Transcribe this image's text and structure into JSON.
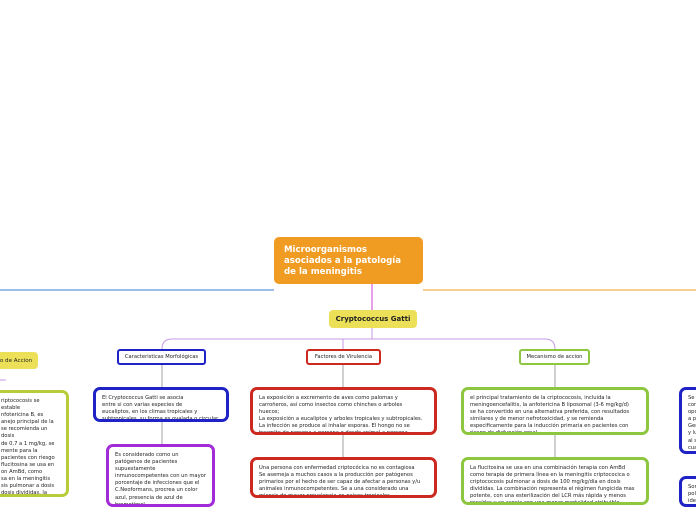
{
  "root": {
    "title": "Microorganismos\nasociados a la patología\nde la meningitis"
  },
  "branch": {
    "label": "Cryptococcus Gatti"
  },
  "left_tag": {
    "label": "o de Accion"
  },
  "categories": {
    "morfologicas": "Caracteristicas Morfológicas",
    "virulencia": "Factores de Virulencia",
    "mecanismo": "Mecanismo de accion"
  },
  "boxes": {
    "left_partial": "riptococosis  se estable\nnfotericina B, es\nanejo principal de la\nse recomienda un dosis\nde 0,7 a 1 mg/kg, se\nmente para la\npacientes con riesgo\n flucitosina se usa en\non AmBd, como\nsa en la meningitis\nsis pulmonar a dosis\ndosis divididas, la\niento esta\ns desenlaces , con\ndad ,",
    "morf_1": "El Cryptococcus Gatti se asocia\nentre si con varias especies de\neucaliptos, en los climas tropicales y\nsubtropicales, su forma es ovalada o circular",
    "morf_2": "Es considerado como un\npatógenos de pacientes\nsupuestamente\ninmunocompetentes con un mayor\nporcentaje de infecciones que el\nC.Neoformans, procrea un color\nazul, presencia de azul de\nbromotimol.",
    "vir_1": "La exposición a excremento de aves como palomas y\ncarroñeros, así como insectos como chinches o arboles\nhuecos;\nLa exposición a eucaliptos y arboles tropicales y subtropicales.\nLa infección se produce al inhalar esporas. El hongo no se\ntrasmite de persona a persona o desde animal a persona.",
    "vir_2": " Una persona con enfermedad criptocócica no es contagiosa\nSe asemeja a muchos casos a la producción por patógenos\nprimarios por el hecho de ser capaz de afectar a personas y/u\nanimales inmunocompetentes. Se a una considerado una\nmicosis de mayor prevalencia en países tropicales",
    "mec_1": "el principal tratamiento de la criptococosis, incluida la\nmeningoencefalitis, la anfotericina B liposomal (3-6 mg/kg/d)\nse ha convertido en una alternativa preferida, con resultados\nsimilares y de menor nefrotoxicidad, y se remienda\nespecificamente para la inducción primaria en pacientes con\nriesgo de disfunción renal.",
    "mec_2": "La flucitosina se usa en una combinación terapia con AmBd\ncomo terapia de primera línea en la meningitis criptococica o\ncriptococosis pulmonar a dosis de 100 mg/kg/día en dosis\ndivididas. La combinación representa el régimen fungicida mas\npotente, con una esterilización del LCR más rápida y menos\nrecaídas y se asocia con una menor mortalidad atribuible.",
    "right_1": "Se \ncom\nopo\na p\nGer\ny lu\nal s\ncua",
    "right_2": "Som\npoli\nidei"
  }
}
